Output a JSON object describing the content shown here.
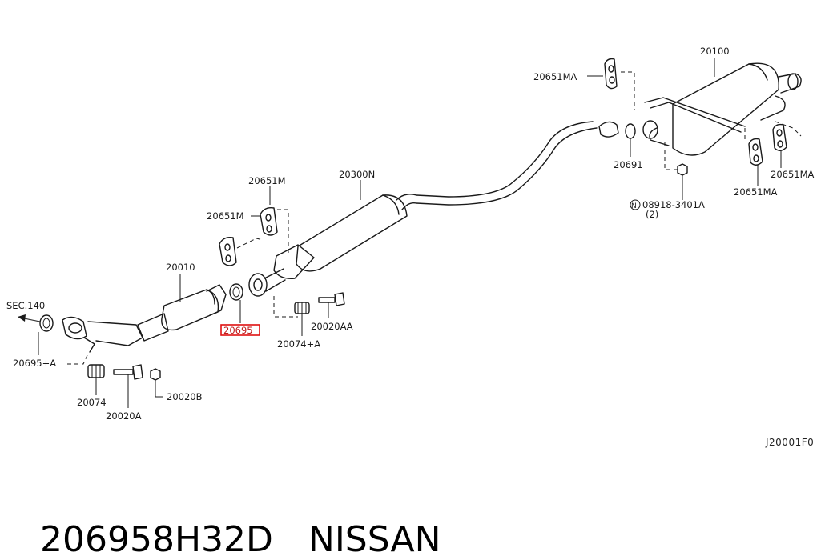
{
  "diagram": {
    "labels": {
      "p20100": "20100",
      "p20651MA_top": "20651MA",
      "p20691": "20691",
      "p08918": "08918-3401A",
      "p08918_qty": "(2)",
      "p08918_prefix": "N",
      "p20651MA_right": "20651MA",
      "p20651MA_mid": "20651MA",
      "p20300N": "20300N",
      "p20651M_a": "20651M",
      "p20651M_b": "20651M",
      "p20010": "20010",
      "p20695": "20695",
      "p20020AA": "20020AA",
      "p20074A": "20074+A",
      "sec140": "SEC.140",
      "p20695A": "20695+A",
      "p20074": "20074",
      "p20020A": "20020A",
      "p20020B": "20020B",
      "drawing_code": "J20001F0"
    },
    "highlighted_part": "20695",
    "highlight_color": "#e01010"
  },
  "footer": {
    "part_number": "206958H32D",
    "brand": "NISSAN"
  }
}
